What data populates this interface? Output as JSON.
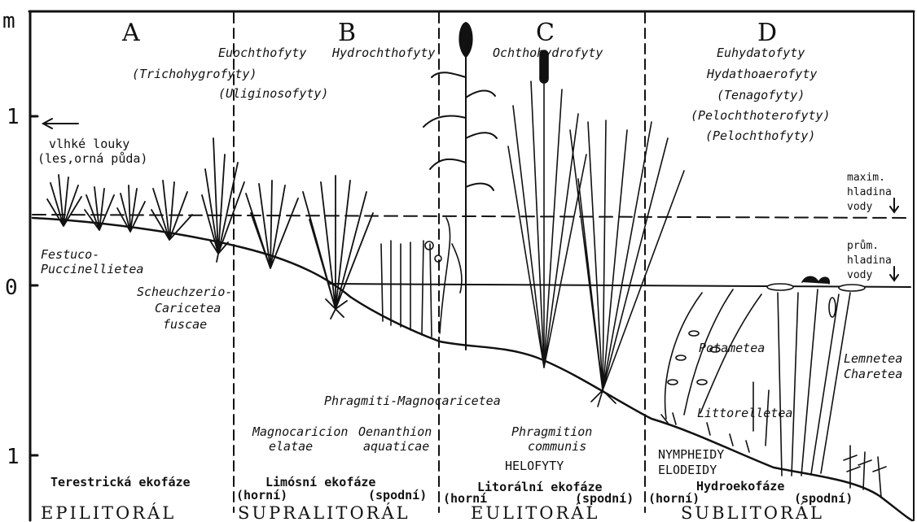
{
  "axis": {
    "unit": "m",
    "tick_top": "1",
    "tick_mid": "0",
    "tick_bottom": "1"
  },
  "zones": {
    "a": "A",
    "b": "B",
    "c": "C",
    "d": "D"
  },
  "life_forms": {
    "euochthofyty": "Euochthofyty",
    "trichohygrofyty": "(Trichohygrofyty)",
    "hydrochthofyty": "Hydrochthofyty",
    "uliginosofyty": "(Uliginosofyty)",
    "ochthohydrofyty": "Ochthohydrofyty",
    "euhydatofyty": "Euhydatofyty",
    "hydathoaerofyty": "Hydathoaerofyty",
    "tenagofyty": "(Tenagofyty)",
    "pelochthoterofyty": "(Pelochthoterofyty)",
    "pelochthofyty": "(Pelochthofyty)"
  },
  "left_note": {
    "line1": "vlhké louky",
    "line2": "(les,orná půda)"
  },
  "water": {
    "max_line1": "maxim.",
    "max_line2": "hladina",
    "max_line3": "vody",
    "avg_line1": "prům.",
    "avg_line2": "hladina",
    "avg_line3": "vody"
  },
  "classes": {
    "festuco1": "Festuco-",
    "festuco2": "Puccinellietea",
    "scheuch1": "Scheuchzerio-",
    "scheuch2": "Caricetea",
    "scheuch3": "fuscae",
    "phragmiti": "Phragmiti-Magnocaricetea",
    "potametea": "Potametea",
    "lemnetea": "Lemnetea",
    "charetea": "Charetea",
    "littorelletea": "Littorelletea"
  },
  "alliances": {
    "magno1": "Magnocaricion",
    "magno2": "elatae",
    "oenan1": "Oenanthion",
    "oenan2": "aquaticae",
    "phrag1": "Phragmition",
    "phrag2": "communis",
    "helofyty": "HELOFYTY",
    "nympheidy": "NYMPHEIDY",
    "elodeidy": "ELODEIDY"
  },
  "ecophases": {
    "terestricka": "Terestrická ekofáze",
    "limosni": "Limósní ekofáze",
    "limosni_horni": "(horní)",
    "limosni_spodni": "(spodní)",
    "litoralni": "Litorální ekofáze",
    "litoralni_horni": "(horní",
    "litoralni_spodni": "(spodní)",
    "hydro": "Hydroekofáze",
    "hydro_horni": "(horní)",
    "hydro_spodni": "(spodní)"
  },
  "bottom_zones": {
    "epilitoral": "EPILITORÁL",
    "supralitoral": "SUPRALITORÁL",
    "eulitoral": "EULITORÁL",
    "sublitoral": "SUBLITORÁL"
  }
}
